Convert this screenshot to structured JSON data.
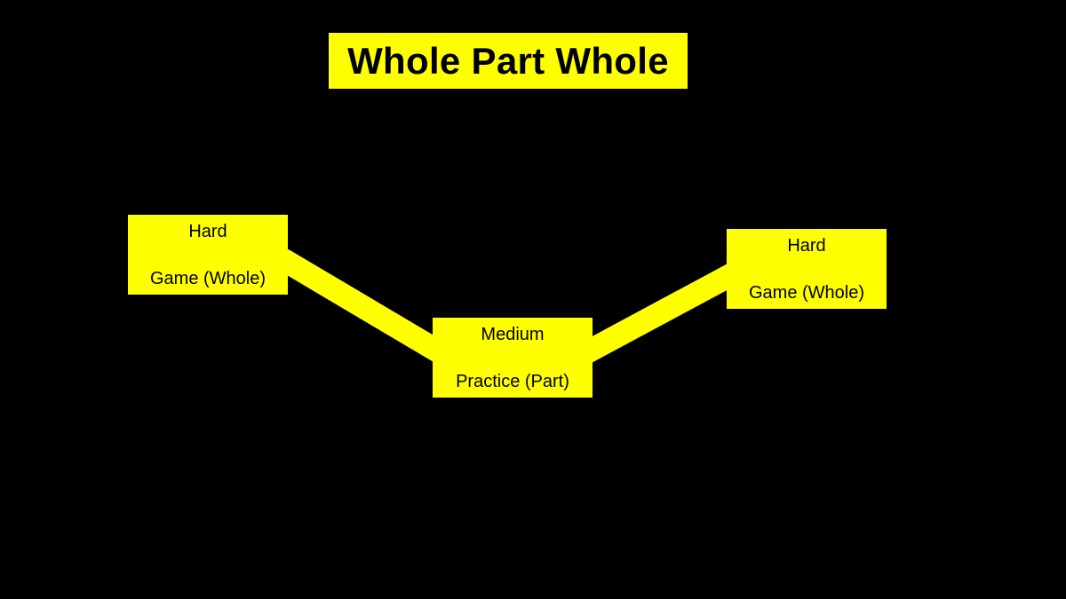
{
  "title": "Whole Part Whole",
  "colors": {
    "background": "#000000",
    "accent": "#FFFF00",
    "text": "#000000"
  },
  "nodes": [
    {
      "difficulty": "Hard",
      "label": "Game (Whole)"
    },
    {
      "difficulty": "Medium",
      "label": "Practice (Part)"
    },
    {
      "difficulty": "Hard",
      "label": "Game (Whole)"
    }
  ]
}
